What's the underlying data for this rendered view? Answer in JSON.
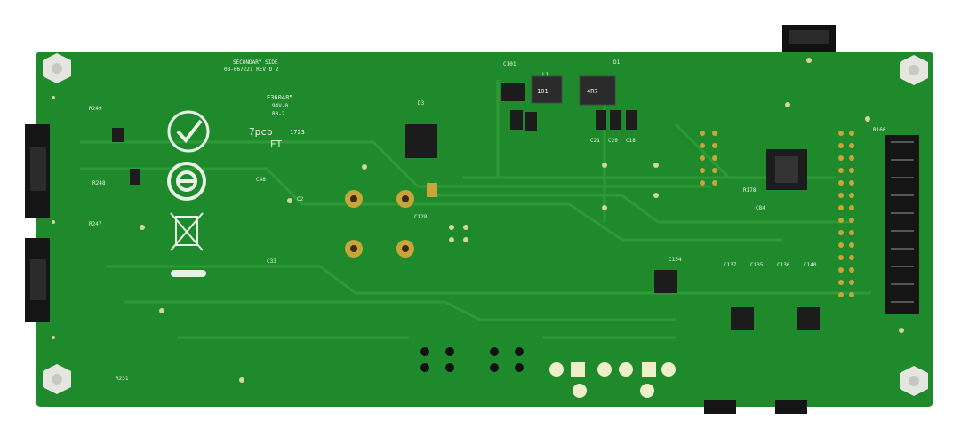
{
  "colors": {
    "board": "#1f8a2b",
    "board_dark": "#157020",
    "trace": "#2c9a36",
    "silkscreen": "#e8f3e8",
    "pad_gold": "#c9a43a",
    "chip_black": "#1c1c1c",
    "standoff": "#e6e6e0",
    "background": "#ffffff"
  },
  "silkscreen": {
    "side_label": "SECONDARY SIDE",
    "part_number": "08-067221 REV D 2",
    "ul_mark": "E360485",
    "ul_rating": "94V-0",
    "ul_code": "B0-2",
    "vendor": "7pcb",
    "date_code": "1723",
    "et_mark": "ET",
    "refdes": {
      "r249": "R249",
      "r248": "R248",
      "r247": "R247",
      "r231": "R231",
      "c101": "C101",
      "c48": "C48",
      "c33": "C33",
      "c2": "C2",
      "c128": "C128",
      "d1": "D1",
      "r160": "R160",
      "r178": "R178",
      "c84": "C84",
      "c154": "C154",
      "c136": "C136",
      "c137": "C137",
      "c135": "C135",
      "c140": "C140",
      "c21": "C21",
      "c20": "C20",
      "c18": "C18",
      "l1": "L1",
      "d3": "D3"
    }
  },
  "components": {
    "inductor_1": "101",
    "inductor_2": "4R7"
  },
  "icons": {
    "rohs_mark": "rohs-seal-icon",
    "recycle_mark": "e-recycle-icon",
    "weee_mark": "crossed-bin-icon"
  }
}
